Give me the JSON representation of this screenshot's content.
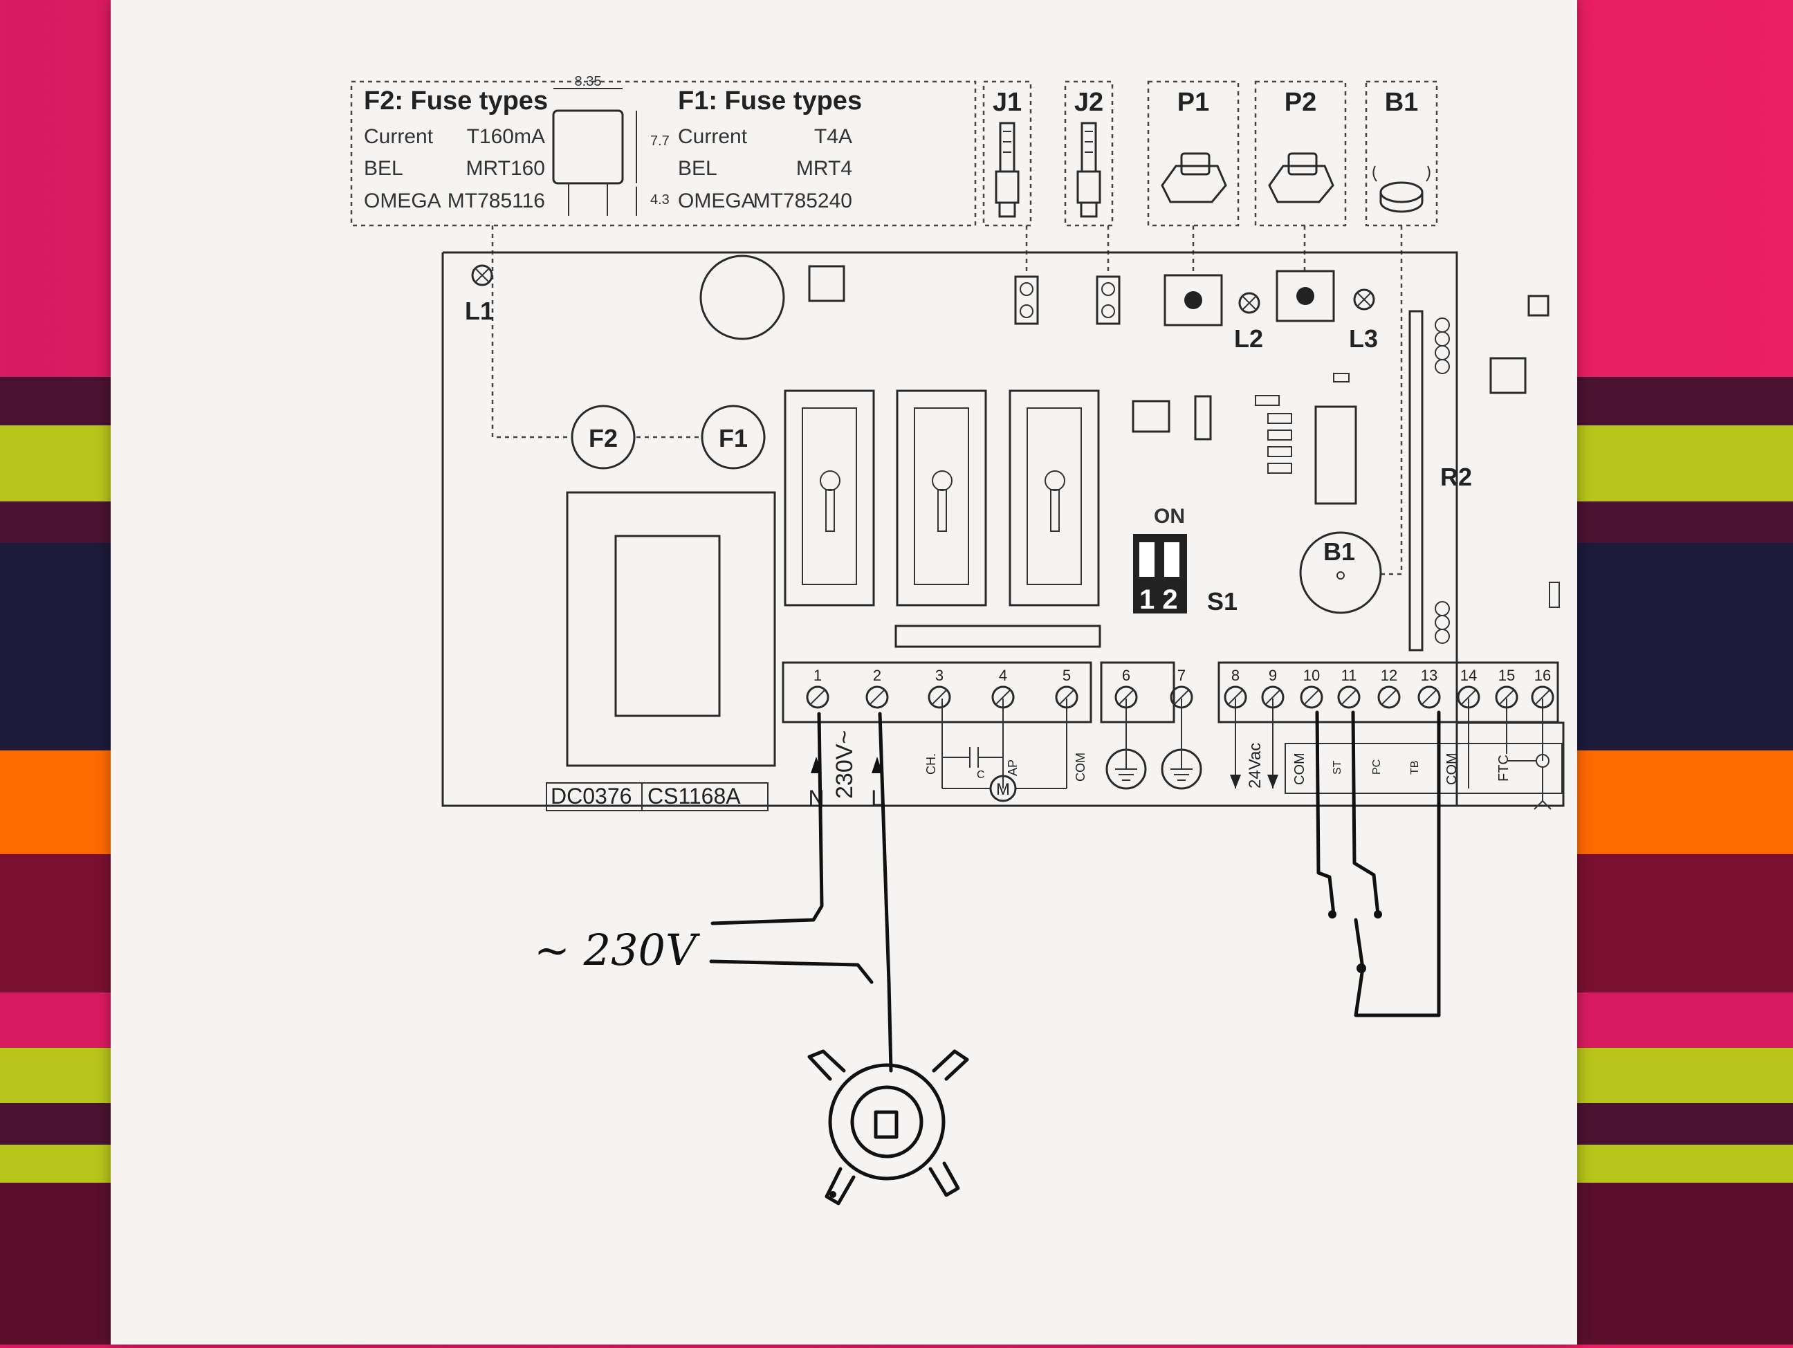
{
  "fuse_box": {
    "f2_title": "F2: Fuse types",
    "f1_title": "F1: Fuse types",
    "dim_width": "8.35",
    "dim_height": "7.7",
    "dim_pins": "4.3",
    "f2_rows": [
      {
        "label": "Current",
        "value": "T160mA"
      },
      {
        "label": "BEL",
        "value": "MRT160"
      },
      {
        "label": "OMEGA",
        "value": "MT785116"
      }
    ],
    "f1_rows": [
      {
        "label": "Current",
        "value": "T4A"
      },
      {
        "label": "BEL",
        "value": "MRT4"
      },
      {
        "label": "OMEGA",
        "value": "MT785240"
      }
    ]
  },
  "components": {
    "j1": "J1",
    "j2": "J2",
    "p1": "P1",
    "p2": "P2",
    "b1": "B1",
    "l1": "L1",
    "l2": "L2",
    "l3": "L3",
    "f1": "F1",
    "f2": "F2",
    "r2": "R2",
    "b1_board": "B1",
    "s1": "S1",
    "switch_on": "ON",
    "switch_nums": "1 2"
  },
  "board_codes": [
    "DC0376",
    "CS1168A"
  ],
  "terminals": [
    "1",
    "2",
    "3",
    "4",
    "5",
    "6",
    "7",
    "8",
    "9",
    "10",
    "11",
    "12",
    "13",
    "14",
    "15",
    "16"
  ],
  "wiring_labels": {
    "n": "N",
    "l": "L",
    "v230": "230V~",
    "ch": "CH.",
    "c": "C",
    "ap": "AP",
    "com_motor": "COM",
    "motor": "M",
    "v24": "24Vac",
    "com_a": "COM",
    "st": "ST",
    "pc": "PC",
    "tb": "TB",
    "com_b": "COM",
    "ftc": "FTC"
  },
  "handwritten_label": "~ 230V"
}
